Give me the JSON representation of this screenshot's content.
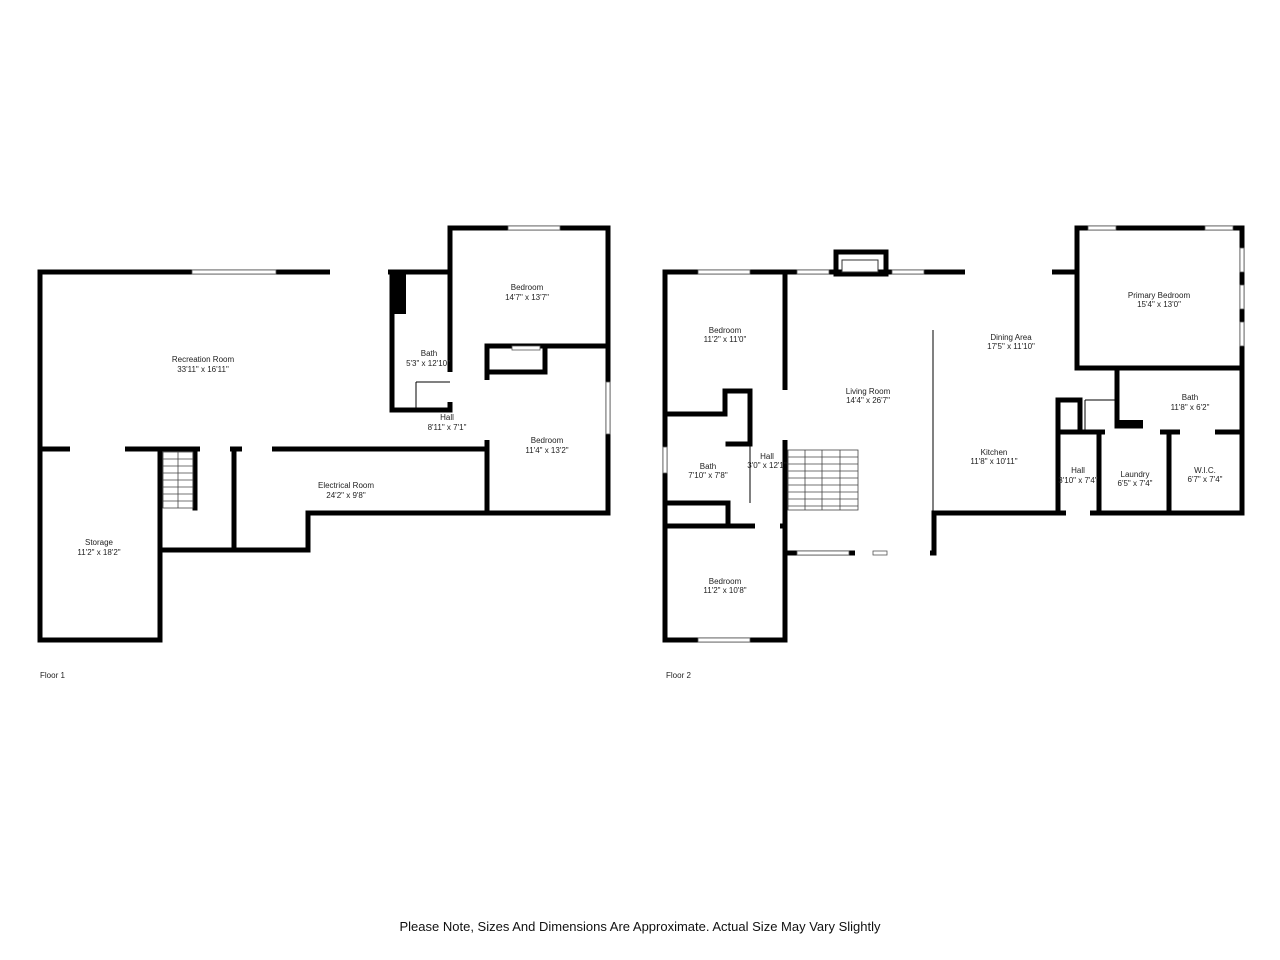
{
  "floors": [
    {
      "label": "Floor 1",
      "rooms": [
        {
          "name": "Recreation Room",
          "dims": "33'11\" x 16'11\""
        },
        {
          "name": "Bath",
          "dims": "5'3\" x 12'10\""
        },
        {
          "name": "Hall",
          "dims": "8'11\" x 7'1\""
        },
        {
          "name": "Bedroom",
          "dims": "14'7\" x 13'7\""
        },
        {
          "name": "Bedroom",
          "dims": "11'4\" x 13'2\""
        },
        {
          "name": "Electrical Room",
          "dims": "24'2\" x 9'8\""
        },
        {
          "name": "Storage",
          "dims": "11'2\" x 18'2\""
        }
      ]
    },
    {
      "label": "Floor 2",
      "rooms": [
        {
          "name": "Bedroom",
          "dims": "11'2\" x 11'0\""
        },
        {
          "name": "Bath",
          "dims": "7'10\" x 7'8\""
        },
        {
          "name": "Hall",
          "dims": "3'0\" x 12'1\""
        },
        {
          "name": "Bedroom",
          "dims": "11'2\" x 10'8\""
        },
        {
          "name": "Living Room",
          "dims": "14'4\" x 26'7\""
        },
        {
          "name": "Dining Area",
          "dims": "17'5\" x 11'10\""
        },
        {
          "name": "Kitchen",
          "dims": "11'8\" x 10'11\""
        },
        {
          "name": "Primary Bedroom",
          "dims": "15'4\" x 13'0\""
        },
        {
          "name": "Bath",
          "dims": "11'8\" x 6'2\""
        },
        {
          "name": "Hall",
          "dims": "3'10\" x 7'4\""
        },
        {
          "name": "Laundry",
          "dims": "6'5\" x 7'4\""
        },
        {
          "name": "W.I.C.",
          "dims": "6'7\" x 7'4\""
        }
      ]
    }
  ],
  "note": "Please Note, Sizes And Dimensions Are Approximate. Actual Size May Vary Slightly"
}
